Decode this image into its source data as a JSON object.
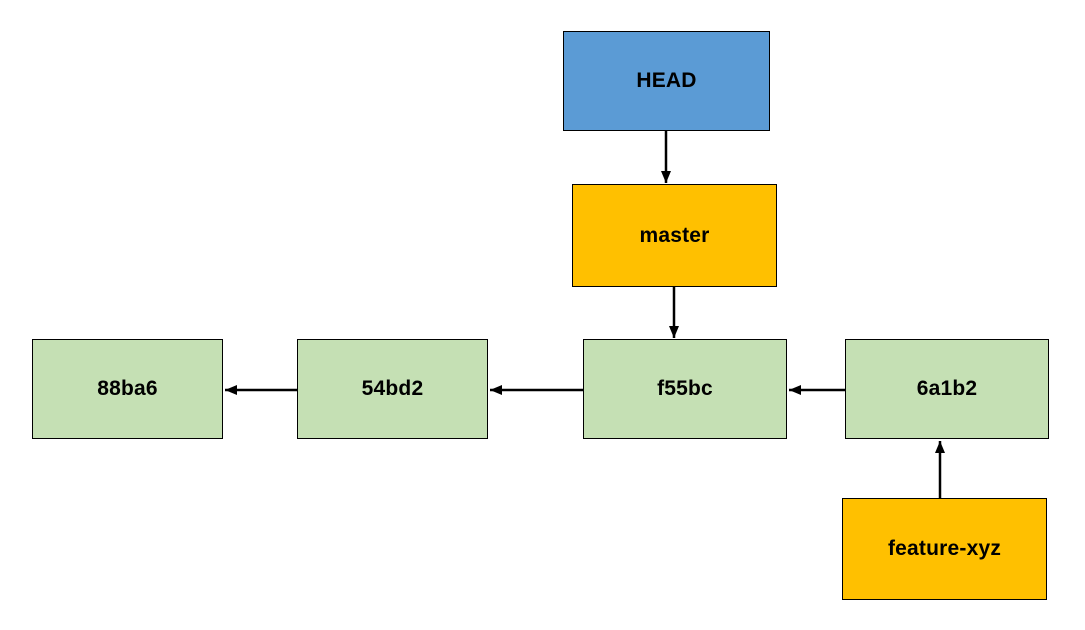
{
  "diagram": {
    "description": "Git commit graph with HEAD and branch pointers",
    "colors": {
      "head_fill": "#5b9bd5",
      "branch_fill": "#ffc000",
      "commit_fill": "#c5e0b4",
      "border": "#000000",
      "arrow": "#000000",
      "background": "#ffffff",
      "text": "#000000"
    },
    "nodes": {
      "head": {
        "label": "HEAD",
        "type": "pointer"
      },
      "master": {
        "label": "master",
        "type": "branch"
      },
      "commit_88ba6": {
        "label": "88ba6",
        "type": "commit"
      },
      "commit_54bd2": {
        "label": "54bd2",
        "type": "commit"
      },
      "commit_f55bc": {
        "label": "f55bc",
        "type": "commit"
      },
      "commit_6a1b2": {
        "label": "6a1b2",
        "type": "commit"
      },
      "feature_xyz": {
        "label": "feature-xyz",
        "type": "branch"
      }
    },
    "edges": [
      {
        "from": "HEAD",
        "to": "master",
        "direction": "down"
      },
      {
        "from": "master",
        "to": "f55bc",
        "direction": "down"
      },
      {
        "from": "54bd2",
        "to": "88ba6",
        "direction": "left"
      },
      {
        "from": "f55bc",
        "to": "54bd2",
        "direction": "left"
      },
      {
        "from": "6a1b2",
        "to": "f55bc",
        "direction": "left"
      },
      {
        "from": "feature-xyz",
        "to": "6a1b2",
        "direction": "up"
      }
    ]
  }
}
